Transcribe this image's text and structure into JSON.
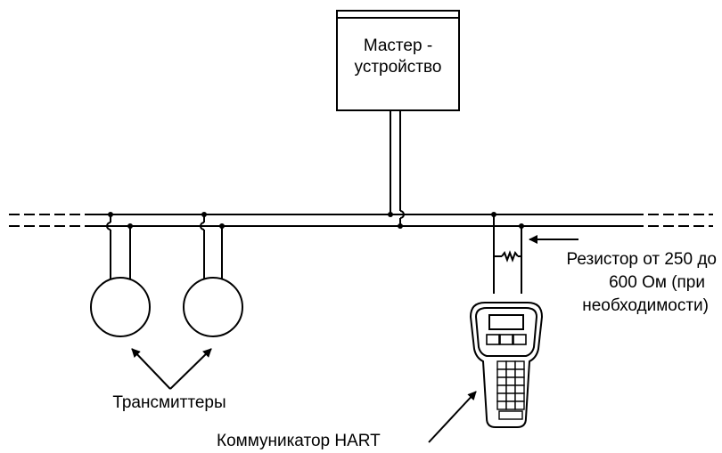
{
  "master": {
    "line1": "Мастер -",
    "line2": "устройство"
  },
  "resistor": {
    "line1": "Резистор от 250 до",
    "line2": "600 Ом (при",
    "line3": "необходимости)"
  },
  "transmitters_label": "Трансмиттеры",
  "communicator_label": "Коммуникатор HART"
}
